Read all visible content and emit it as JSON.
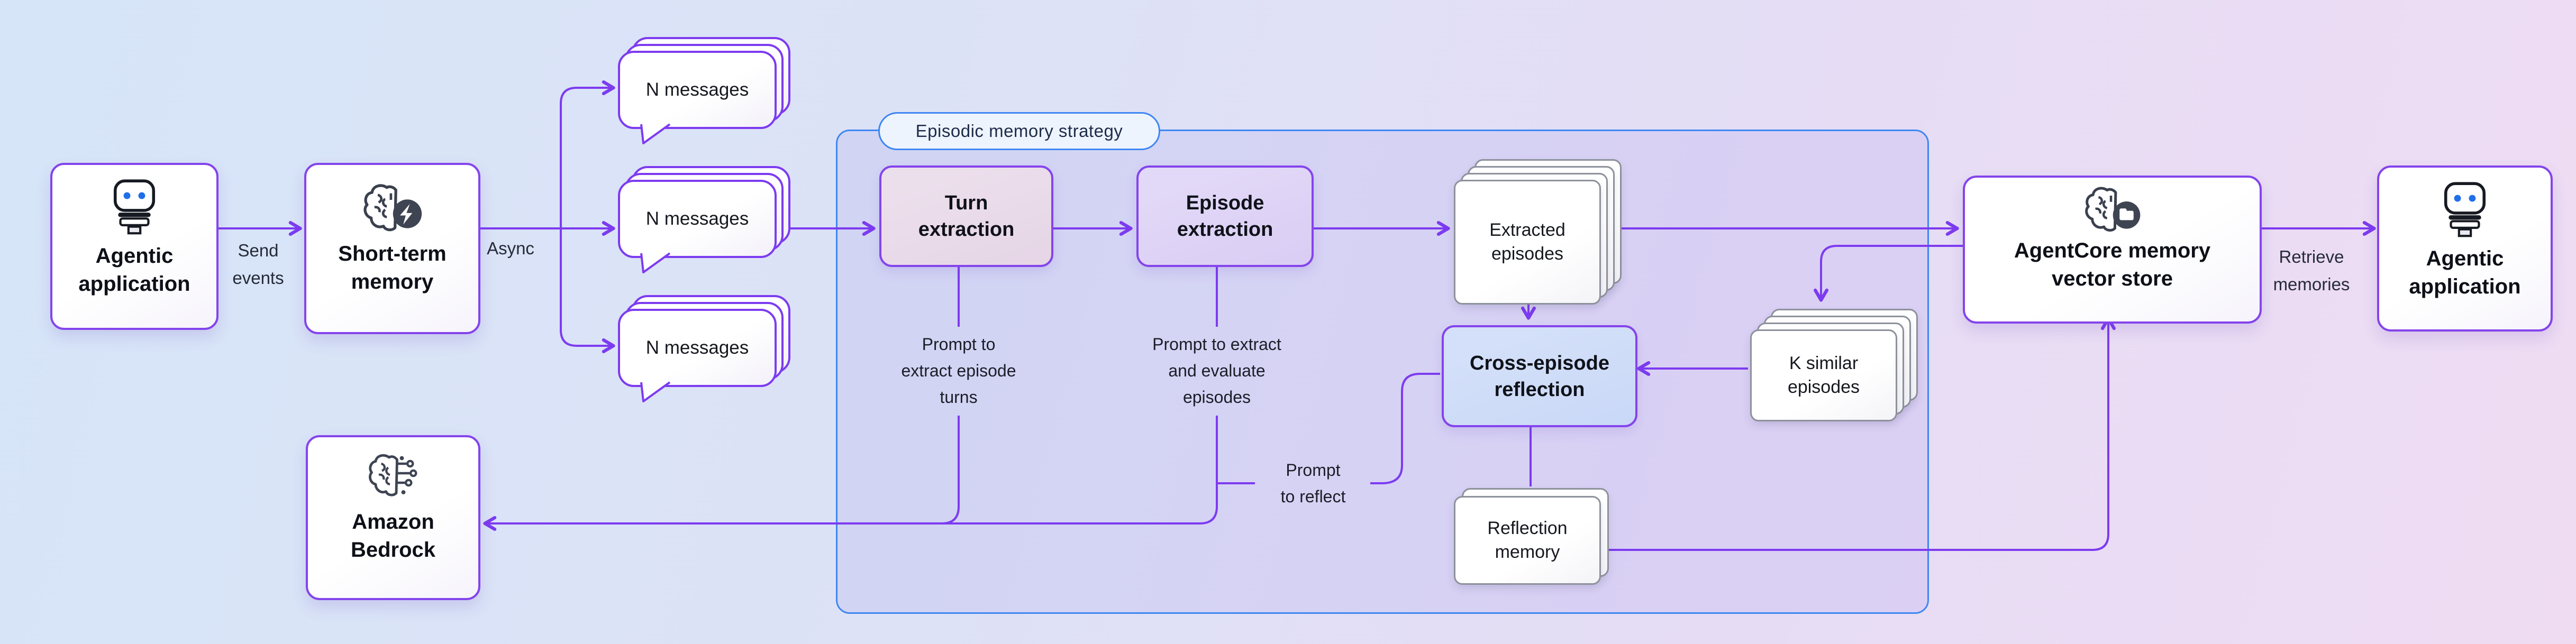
{
  "container": {
    "label": "Episodic memory strategy"
  },
  "nodes": {
    "agentic_left": {
      "title": "Agentic\napplication"
    },
    "short_term": {
      "title": "Short-term\nmemory"
    },
    "bedrock": {
      "title": "Amazon\nBedrock"
    },
    "turn": {
      "title": "Turn\nextraction"
    },
    "episode": {
      "title": "Episode\nextraction"
    },
    "cross": {
      "title": "Cross-episode\nreflection"
    },
    "agentcore": {
      "title": "AgentCore memory\nvector store"
    },
    "agentic_right": {
      "title": "Agentic\napplication"
    }
  },
  "bubbles": {
    "label": "N messages"
  },
  "cards": {
    "extracted": {
      "label": "Extracted\nepisodes"
    },
    "k_similar": {
      "label": "K similar\nepisodes"
    },
    "reflection": {
      "label": "Reflection\nmemory"
    }
  },
  "edge_labels": {
    "send_events": "Send\nevents",
    "async": "Async",
    "prompt_turns": "Prompt to\nextract episode\nturns",
    "prompt_episodes": "Prompt to extract\nand evaluate\nepisodes",
    "prompt_reflect": "Prompt\nto reflect",
    "retrieve": "Retrieve\nmemories"
  },
  "colors": {
    "accent_purple": "#7d3bf0",
    "accent_blue": "#3e87f3"
  }
}
